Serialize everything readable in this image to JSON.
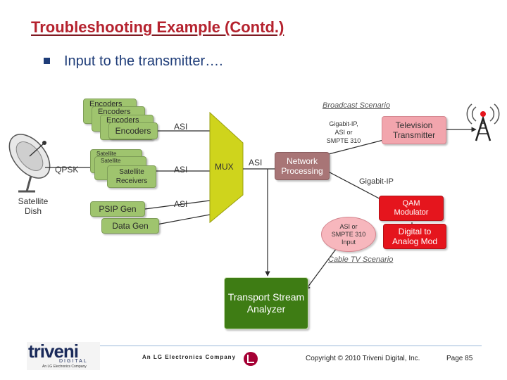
{
  "slide": {
    "title": "Troubleshooting Example (Contd.)",
    "bullet": "Input to the transmitter….",
    "footer": {
      "logo_name": "triveni",
      "logo_sub": "DIGITAL",
      "logo_tag": "An LG Electronics Company",
      "company_tag": "An LG Electronics Company",
      "copyright": "Copyright © 2010 Triveni Digital, Inc.",
      "page": "Page 85"
    }
  },
  "diagram": {
    "satellite_dish": "Satellite\nDish",
    "qpsk": "QPSK",
    "encoders": [
      "Encoders",
      "Encoders",
      "Encoders",
      "Encoders"
    ],
    "receivers": [
      "Satellite",
      "Satellite",
      "Satellite\nReceivers"
    ],
    "psip_gen": "PSIP Gen",
    "data_gen": "Data Gen",
    "asi_top": "ASI",
    "asi_mid": "ASI",
    "asi_bottom": "ASI",
    "mux": "MUX",
    "asi_out": "ASI",
    "network_processing": "Network\nProcessing",
    "broadcast_scenario": "Broadcast Scenario",
    "gigabit_ip_asi": "Gigabit-IP,\nASI or\nSMPTE 310",
    "tv_transmitter": "Television\nTransmitter",
    "gigabit_ip": "Gigabit-IP",
    "qam_modulator": "QAM\nModulator",
    "asi_smpte_input": "ASI or\nSMPTE 310\nInput",
    "digital_analog": "Digital to\nAnalog Mod",
    "cable_tv_scenario": "Cable TV Scenario",
    "ts_analyzer": "Transport Stream\nAnalyzer"
  },
  "colors": {
    "title": "#b5222e",
    "green": "#9fc46e",
    "pink": "#f2a5ad",
    "red": "#e5151d",
    "mauve": "#a87576",
    "mux_yellow": "#cfd41c",
    "analyzer_green": "#3e7c14"
  }
}
